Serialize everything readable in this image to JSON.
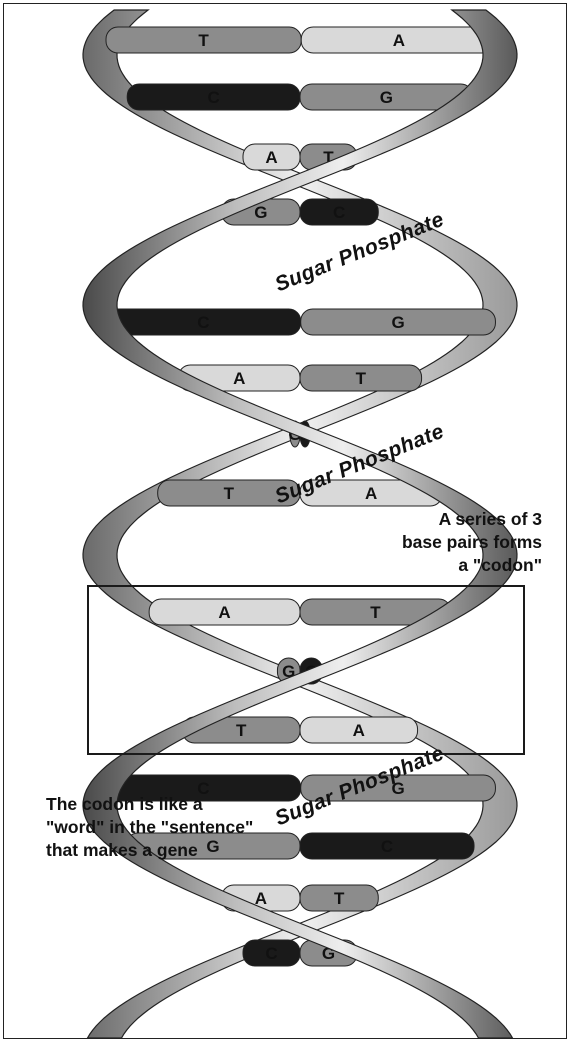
{
  "rungs": [
    {
      "left": "T",
      "right": "A"
    },
    {
      "left": "C",
      "right": "G"
    },
    {
      "left": "A",
      "right": "T"
    },
    {
      "left": "G",
      "right": "C"
    },
    {
      "left": "C",
      "right": "G"
    },
    {
      "left": "A",
      "right": "T"
    },
    {
      "left": "G",
      "right": "C"
    },
    {
      "left": "T",
      "right": "A"
    },
    {
      "left": "A",
      "right": "T"
    },
    {
      "left": "G",
      "right": "C"
    },
    {
      "left": "T",
      "right": "A"
    },
    {
      "left": "C",
      "right": "G"
    },
    {
      "left": "G",
      "right": "C"
    },
    {
      "left": "A",
      "right": "T"
    },
    {
      "left": "C",
      "right": "G"
    }
  ],
  "strand_labels": [
    "Sugar Phosphate",
    "Sugar Phosphate",
    "Sugar Phosphate"
  ],
  "notes": {
    "codon_lines": [
      "A series of 3",
      "base pairs forms",
      "a \"codon\""
    ],
    "word_lines": [
      "The codon is like a",
      "\"word\" in the \"sentence\"",
      "that makes a gene"
    ]
  },
  "colors": {
    "dark_base": "#1a1a1a",
    "mid_base": "#8c8c8c",
    "light_base": "#d9d9d9",
    "ribbon_light": "#e6e6e6",
    "ribbon_dark": "#5a5a5a",
    "outline": "#222222"
  }
}
